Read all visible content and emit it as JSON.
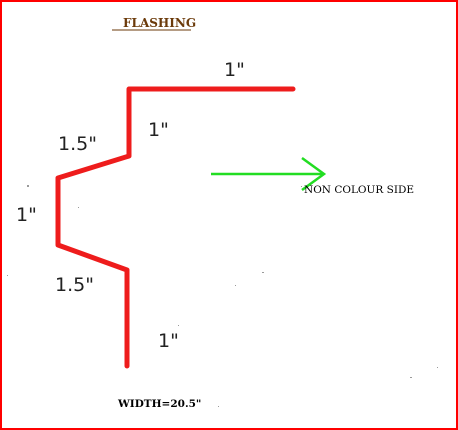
{
  "diagram": {
    "title": "FLASHING",
    "colors": {
      "border": "#ff0000",
      "profile": "#ee1c1c",
      "arrow": "#22dd22",
      "title": "#6b3a0a",
      "text": "#000000"
    },
    "labels": {
      "top_flange": "1\"",
      "upper_riser": "1\"",
      "upper_slope": "1.5\"",
      "middle_face": "1\"",
      "lower_slope": "1.5\"",
      "bottom_leg": "1\""
    },
    "non_colour_side": "NON  COLOUR  SIDE",
    "width_text": "WIDTH=20.5\""
  }
}
